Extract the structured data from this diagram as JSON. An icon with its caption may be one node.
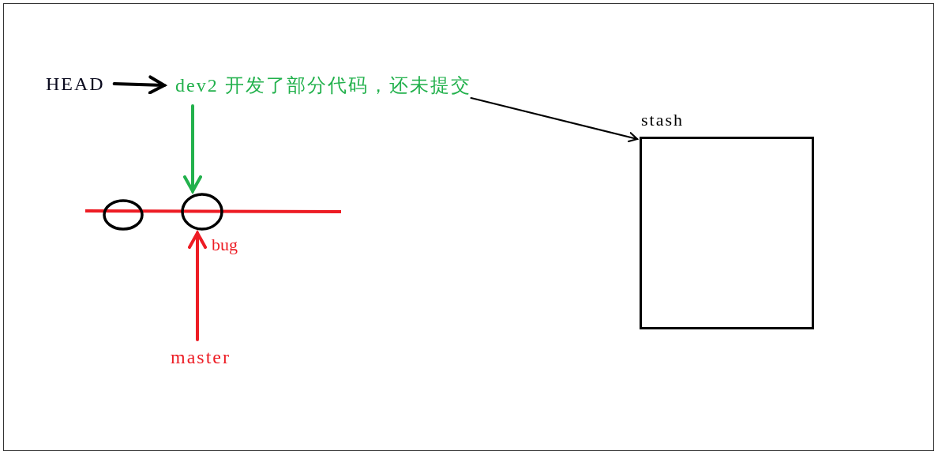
{
  "diagram": {
    "nodes": [
      {
        "text": [
          "HEAD"
        ]
      },
      {
        "text": [
          "dev2 开发了部分代码，还未提交"
        ]
      },
      {
        "text": [],
        "shape": "circle"
      },
      {
        "text": [],
        "shape": "circle",
        "beside": [
          "bug"
        ]
      },
      {
        "text": [
          "master"
        ]
      },
      {
        "text": [
          "stash"
        ]
      }
    ],
    "edges": [
      {
        "from": 0,
        "to": 1,
        "arrow": "to"
      },
      {
        "from": 1,
        "to": 3,
        "arrow": "to",
        "color": "#22b14c"
      },
      {
        "from": 4,
        "to": 3,
        "arrow": "to",
        "color": "#ed1c24"
      },
      {
        "from": 1,
        "to": 5,
        "arrow": "to"
      }
    ]
  }
}
